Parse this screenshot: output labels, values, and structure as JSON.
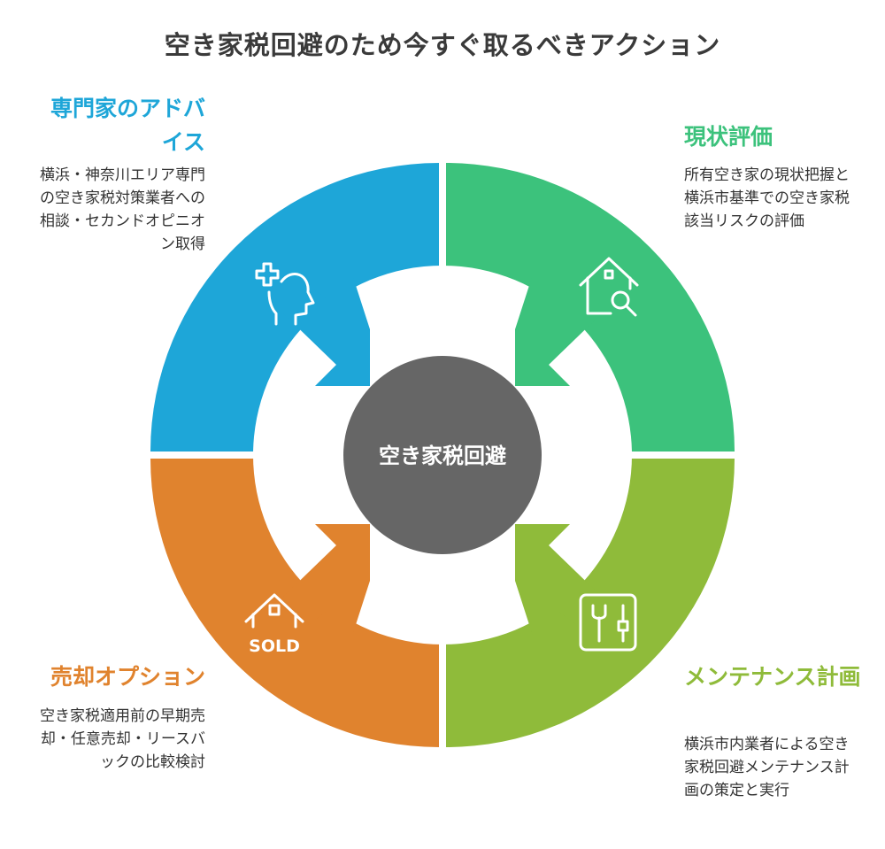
{
  "title": "空き家税回避のため今すぐ取るべきアクション",
  "center_label": "空き家税回避",
  "colors": {
    "advice": "#1ea6d8",
    "evaluation": "#3cc27c",
    "maintenance": "#8fbb3a",
    "sale": "#e0832e",
    "center": "#666666"
  },
  "sections": {
    "advice": {
      "title": "専門家のアドバイス",
      "description": "横浜・神奈川エリア専門の空き家税対策業者への相談・セカンドオピニオン取得",
      "icon": "head-medical-plus-icon"
    },
    "evaluation": {
      "title": "現状評価",
      "description": "所有空き家の現状把握と横浜市基準での空き家税該当リスクの評価",
      "icon": "house-magnifier-icon"
    },
    "maintenance": {
      "title": "メンテナンス計画",
      "description": "横浜市内業者による空き家税回避メンテナンス計画の策定と実行",
      "icon": "tools-wrench-screwdriver-icon"
    },
    "sale": {
      "title": "売却オプション",
      "description": "空き家税適用前の早期売却・任意売却・リースバックの比較検討",
      "icon": "house-sold-icon",
      "icon_text": "SOLD"
    }
  }
}
